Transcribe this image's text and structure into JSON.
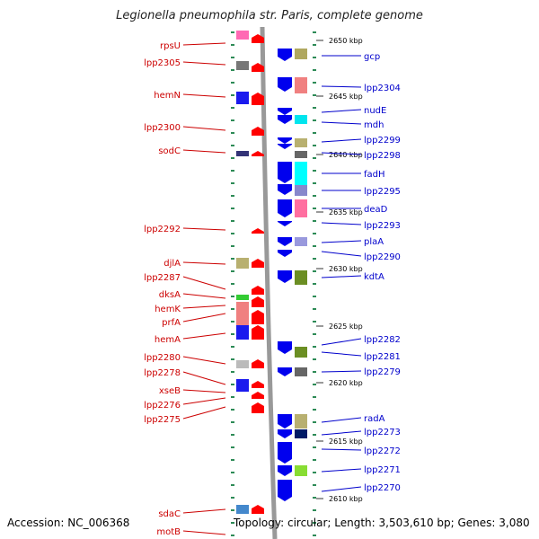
{
  "title": "Legionella pneumophila str. Paris, complete genome",
  "accession": "Accession: NC_006368",
  "topology": "Topology: circular; Length: 3,503,610 bp; Genes: 3,080",
  "colors": {
    "forward_label": "#cc0000",
    "reverse_label": "#0000cc",
    "forward_gene": "#ff0000",
    "reverse_gene": "#0000ee",
    "tick": "#2e8b57"
  },
  "kbp_marks": [
    "2650 kbp",
    "2645 kbp",
    "2640 kbp",
    "2635 kbp",
    "2630 kbp",
    "2625 kbp",
    "2620 kbp",
    "2615 kbp",
    "2610 kbp"
  ],
  "left_genes": [
    "rpsU",
    "lpp2305",
    "hemN",
    "lpp2300",
    "sodC",
    "lpp2292",
    "djlA",
    "lpp2287",
    "dksA",
    "hemK",
    "prfA",
    "hemA",
    "lpp2280",
    "lpp2278",
    "xseB",
    "lpp2276",
    "lpp2275",
    "sdaC",
    "motB"
  ],
  "right_genes": [
    "gcp",
    "lpp2304",
    "nudE",
    "mdh",
    "lpp2299",
    "lpp2298",
    "fadH",
    "lpp2295",
    "deaD",
    "lpp2293",
    "plaA",
    "lpp2290",
    "kdtA",
    "lpp2282",
    "lpp2281",
    "lpp2279",
    "radA",
    "lpp2273",
    "lpp2272",
    "lpp2271",
    "lpp2270"
  ]
}
